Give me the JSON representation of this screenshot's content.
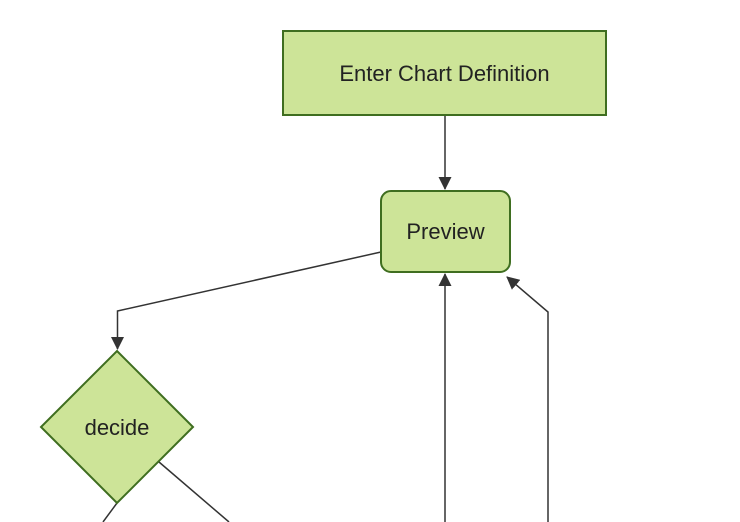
{
  "diagram": {
    "type": "flowchart",
    "background": "#ffffff",
    "colors": {
      "node_fill": "#cde498",
      "node_border": "#3f6e20",
      "edge": "#333333",
      "label_text": "#222222"
    },
    "nodes": [
      {
        "id": "enter-chart-definition",
        "label": "Enter Chart Definition",
        "shape": "rectangle"
      },
      {
        "id": "preview",
        "label": "Preview",
        "shape": "rounded-rectangle"
      },
      {
        "id": "decide",
        "label": "decide",
        "shape": "diamond"
      }
    ],
    "edges": [
      {
        "from": "enter-chart-definition",
        "to": "preview",
        "arrow": true
      },
      {
        "from": "preview",
        "to": "decide",
        "arrow": true
      },
      {
        "from": "offscreen-bottom",
        "to": "preview",
        "arrow": true
      },
      {
        "from": "offscreen-bottom-right",
        "to": "preview",
        "arrow": true
      },
      {
        "from": "decide",
        "to": "offscreen-bottom-left",
        "arrow": false
      },
      {
        "from": "decide",
        "to": "offscreen-bottom-right",
        "arrow": false
      }
    ]
  }
}
